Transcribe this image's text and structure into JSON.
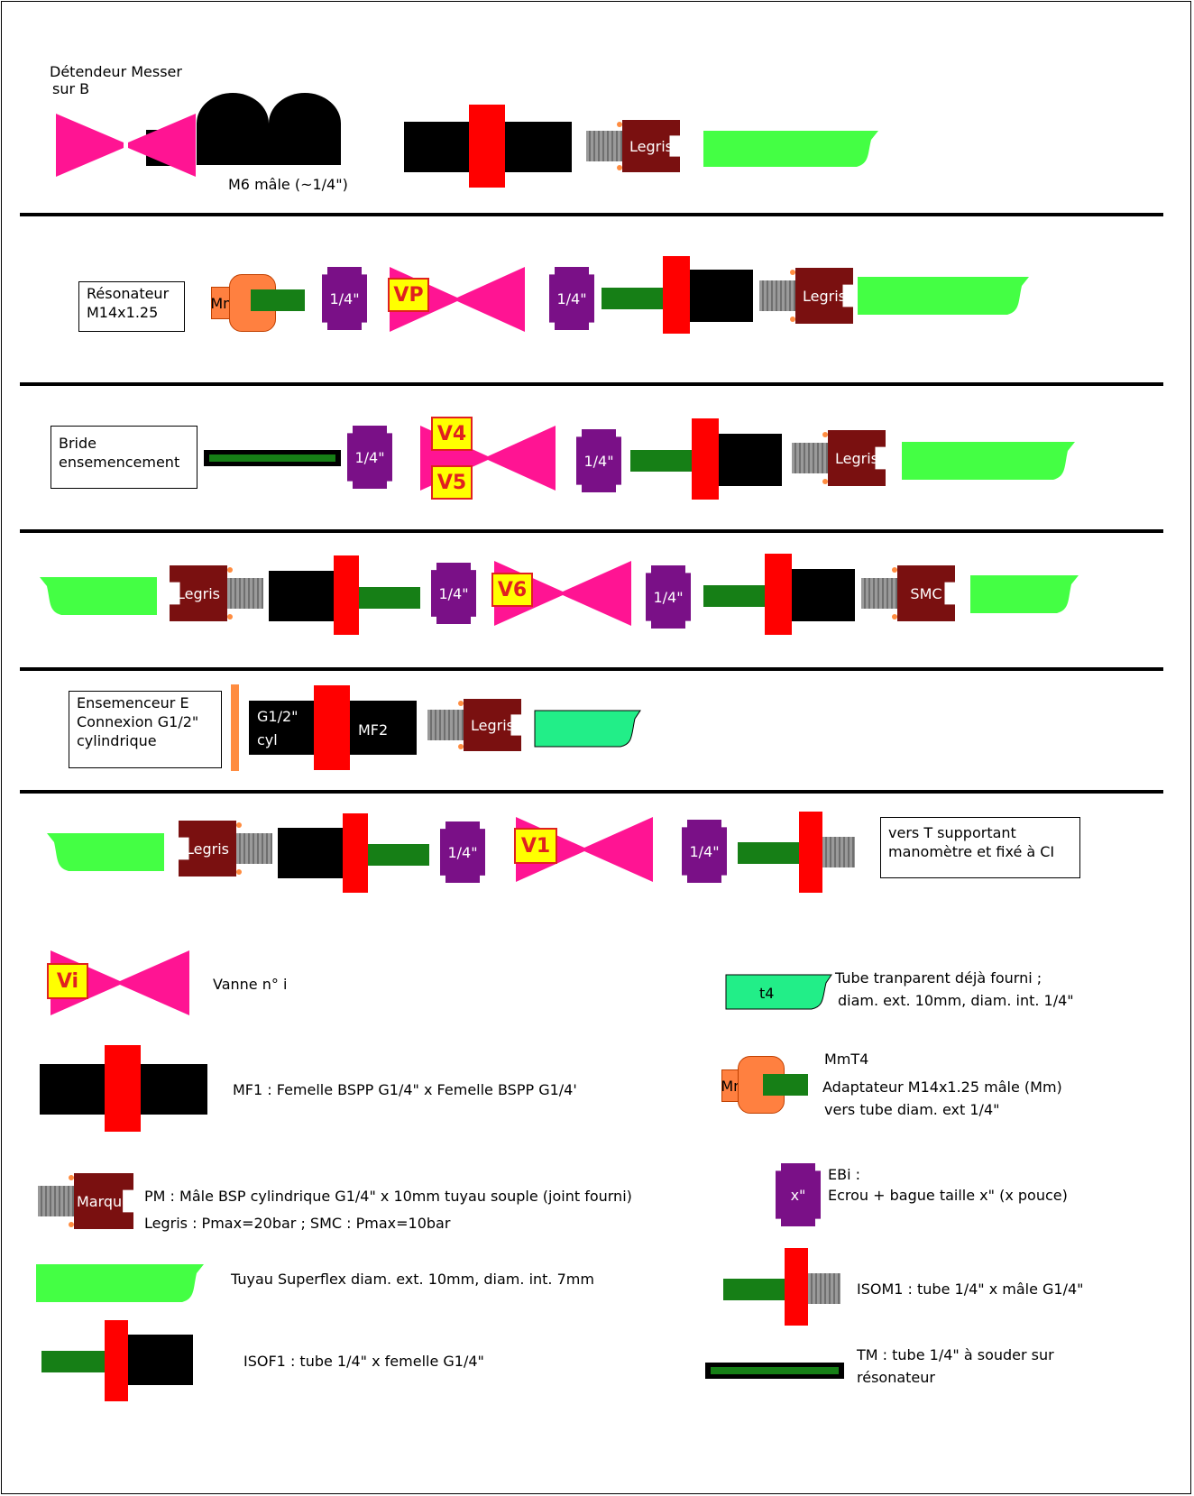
{
  "row1": {
    "title_l1": "Détendeur Messer",
    "title_l2": "sur B",
    "m6_label": "M6 mâle (~1/4\")",
    "legris": "Legris"
  },
  "row2": {
    "box_l1": "Résonateur",
    "box_l2": "M14x1.25",
    "mm": "Mm",
    "nut1": "1/4\"",
    "valve": "VP",
    "nut2": "1/4\"",
    "legris": "Legris"
  },
  "row3": {
    "box_l1": "Bride",
    "box_l2": "ensemencement",
    "nut1": "1/4\"",
    "valve_a": "V4",
    "valve_b": "V5",
    "nut2": "1/4\"",
    "legris": "Legris"
  },
  "row4": {
    "legris": "Legris",
    "nut1": "1/4\"",
    "valve": "V6",
    "nut2": "1/4\"",
    "smc": "SMC"
  },
  "row5": {
    "box_l1": "Ensemenceur E",
    "box_l2": "Connexion G1/2\"",
    "box_l3": "cylindrique",
    "cyl_l1": "G1/2\"",
    "cyl_l2": "cyl",
    "mf2": "MF2",
    "legris": "Legris"
  },
  "row6": {
    "legris": "Legris",
    "nut1": "1/4\"",
    "valve": "V1",
    "nut2": "1/4\"",
    "box_l1": "vers T supportant",
    "box_l2": "manomètre et fixé à CI"
  },
  "legend": {
    "vanne_tag": "Vi",
    "vanne_text": "Vanne n° i",
    "tube_tag": "t4",
    "tube_l1": "Tube tranparent déjà fourni ;",
    "tube_l2": "diam. ext. 10mm, diam. int. 1/4\"",
    "mf1_text": "MF1 : Femelle BSPP G1/4\" x Femelle BSPP G1/4'",
    "mmt4_title": "MmT4",
    "mmt4_tag": "Mm",
    "mmt4_l1": "Adaptateur M14x1.25 mâle (Mm)",
    "mmt4_l2": "vers tube diam. ext 1/4\"",
    "pm_tag": "Marque",
    "pm_l1": "PM : Mâle BSP cylindrique G1/4\" x 10mm tuyau souple  (joint fourni)",
    "pm_l2": "Legris : Pmax=20bar ; SMC : Pmax=10bar",
    "ebi_tag": "x\"",
    "ebi_l1": "EBi :",
    "ebi_l2": "Ecrou + bague taille x\" (x pouce)",
    "superflex_text": "Tuyau Superflex diam. ext. 10mm, diam. int. 7mm",
    "isom1_text": "ISOM1 : tube 1/4\" x mâle G1/4\"",
    "isof1_text": "ISOF1 : tube 1/4\" x femelle G1/4\"",
    "tm_l1": "TM : tube 1/4\" à souder sur",
    "tm_l2": "résonateur"
  }
}
